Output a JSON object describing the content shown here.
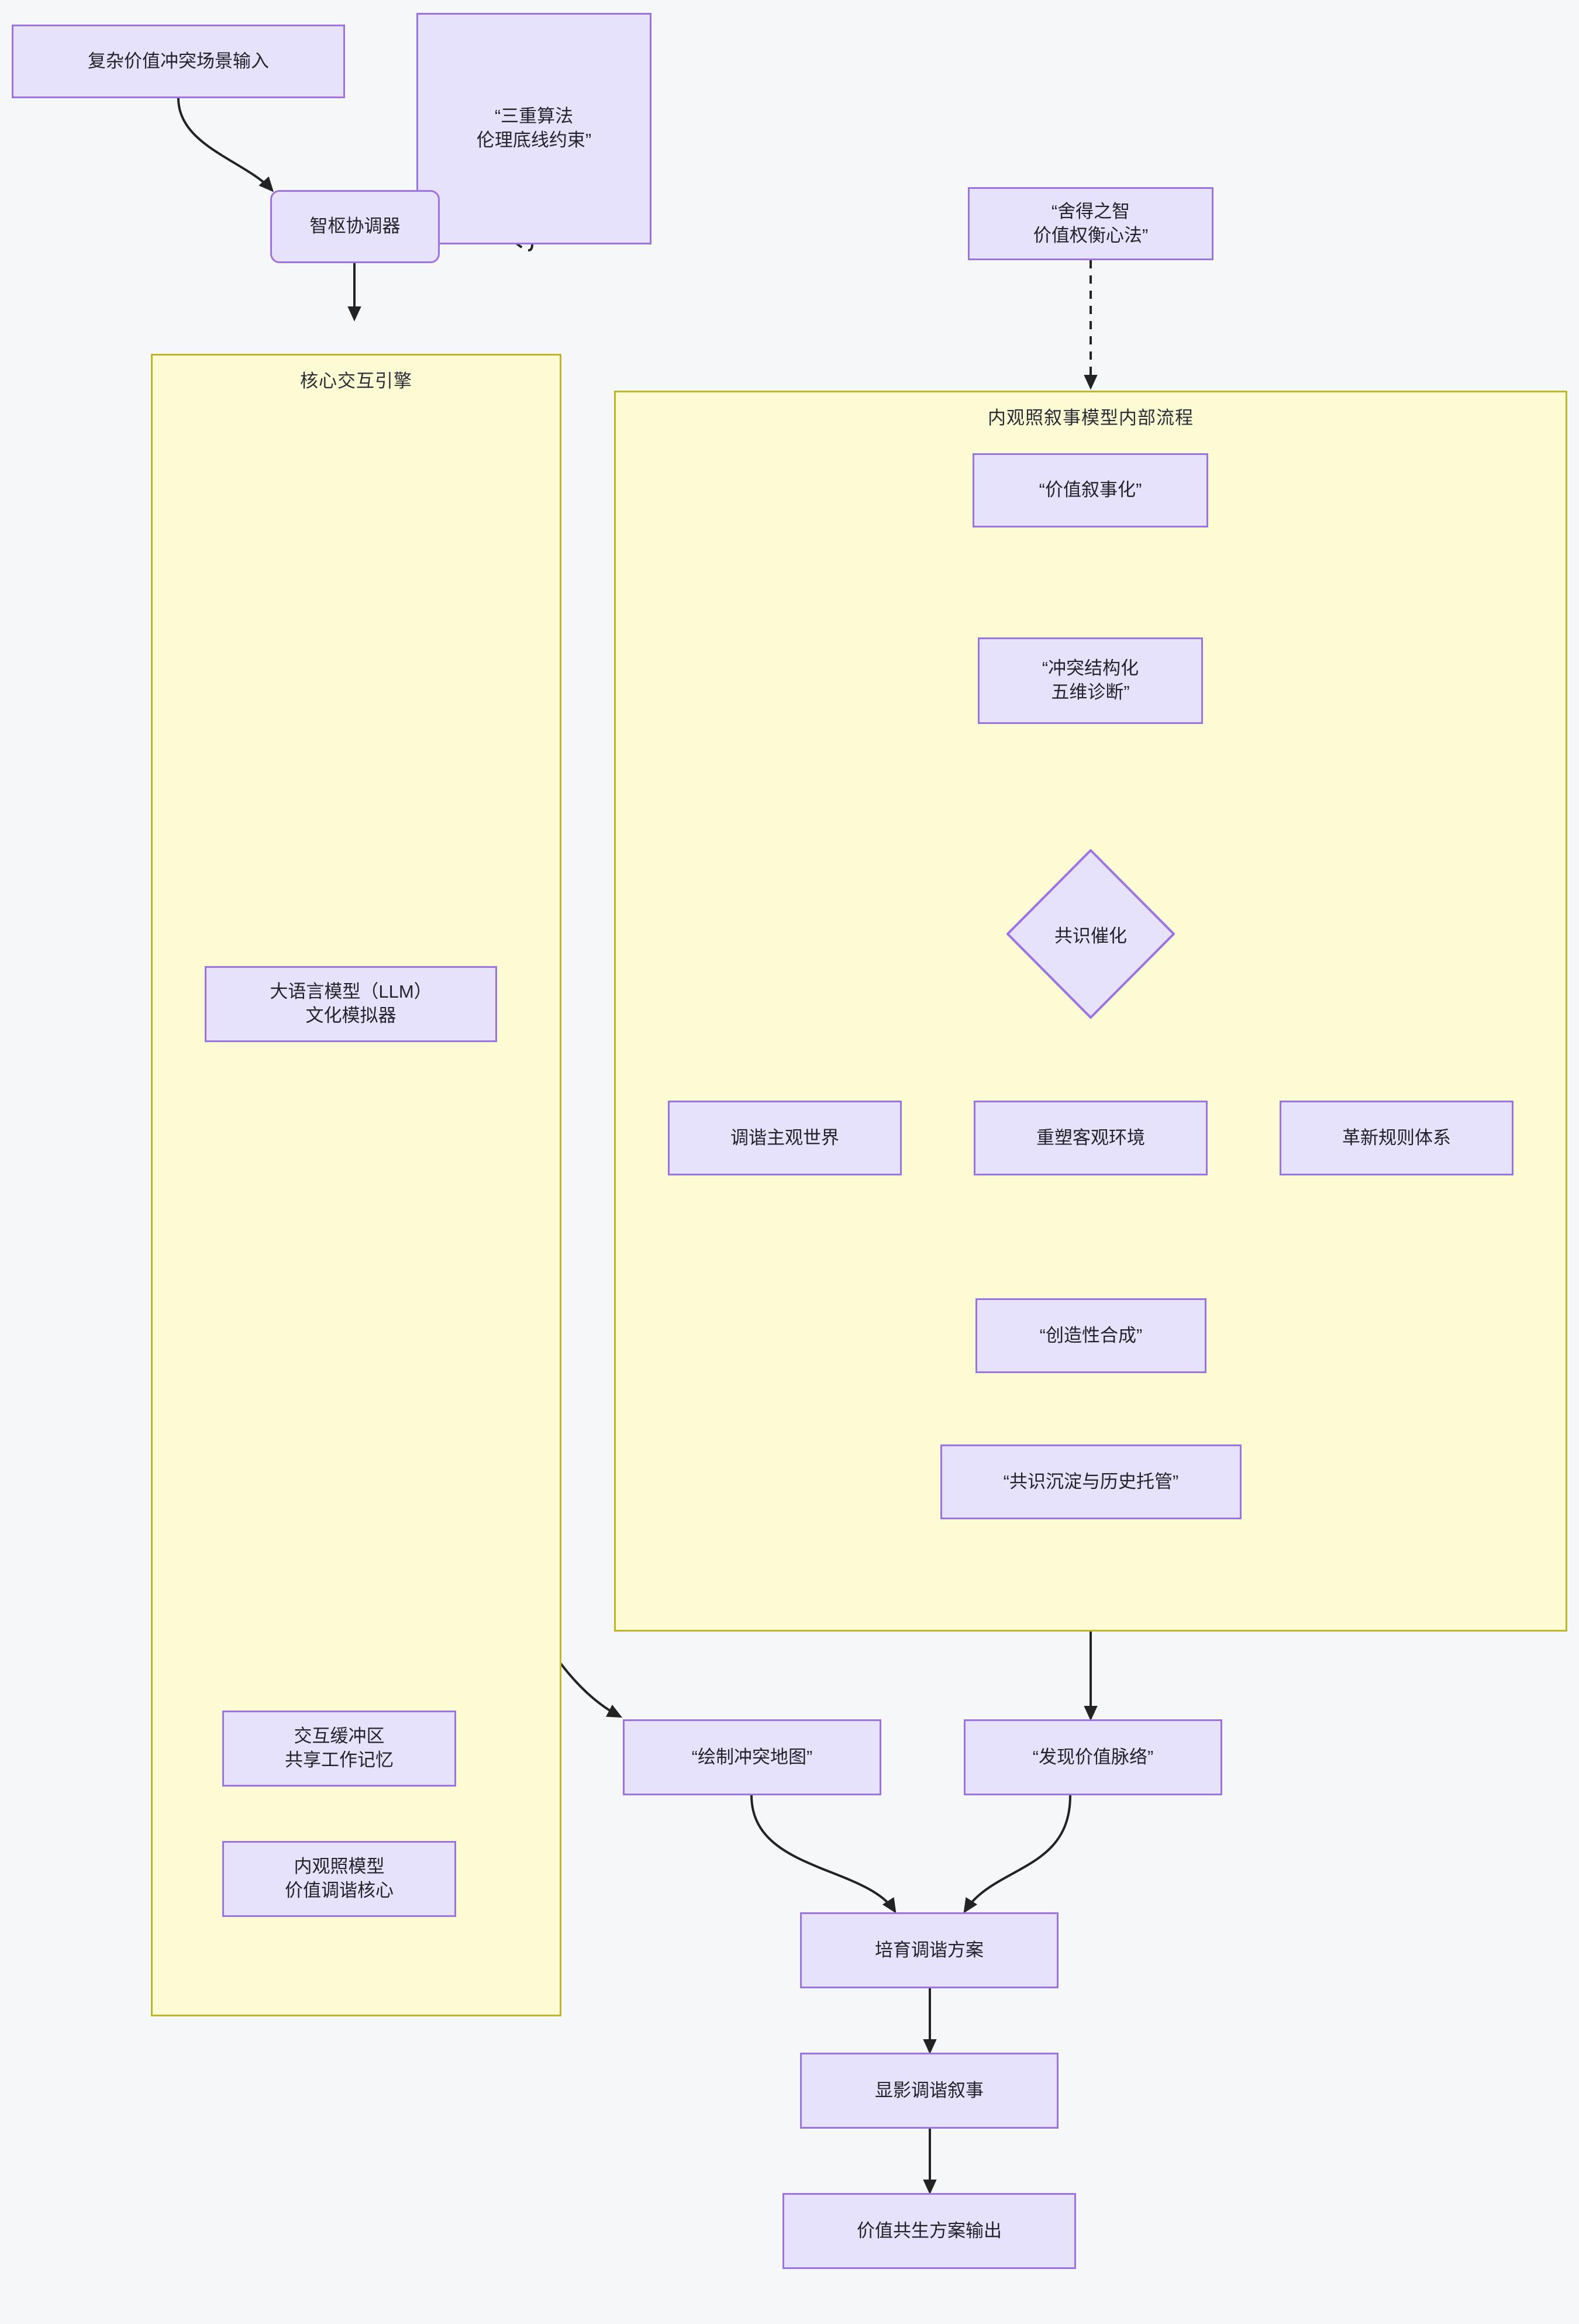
{
  "diagram": {
    "type": "flowchart",
    "direction": "top-down",
    "background_color": "#f6f7f9",
    "node_fill": "#e7e2fb",
    "node_stroke": "#9b74e0",
    "subgraph_fill": "#fdfbd4",
    "subgraph_stroke": "#bfb62e",
    "edge_color": "#232323"
  },
  "subgraphs": [
    {
      "id": "core_engine",
      "title": "核心交互引擎"
    },
    {
      "id": "narrative_model",
      "title": "内观照叙事模型内部流程"
    }
  ],
  "nodes": [
    {
      "id": "input_scene",
      "label": "复杂价值冲突场景输入",
      "shape": "rect"
    },
    {
      "id": "ethics_constraint",
      "label": "“三重算法\n伦理底线约束”",
      "shape": "rect"
    },
    {
      "id": "hub",
      "label": "智枢协调器",
      "shape": "rounded"
    },
    {
      "id": "wisdom_maxim",
      "label": "“舍得之智\n价值权衡心法”",
      "shape": "rect"
    },
    {
      "id": "llm",
      "label": "大语言模型（LLM）\n文化模拟器",
      "shape": "rect"
    },
    {
      "id": "buffer",
      "label": "交互缓冲区\n共享工作记忆",
      "shape": "rect"
    },
    {
      "id": "inner_model",
      "label": "内观照模型\n价值调谐核心",
      "shape": "rect"
    },
    {
      "id": "value_narrative",
      "label": "“价值叙事化”",
      "shape": "rect"
    },
    {
      "id": "conflict_struct",
      "label": "“冲突结构化\n五维诊断”",
      "shape": "rect"
    },
    {
      "id": "consensus_catalysis",
      "label": "共识催化",
      "shape": "diamond"
    },
    {
      "id": "tune_subjective",
      "label": "调谐主观世界",
      "shape": "rect"
    },
    {
      "id": "reshape_objective",
      "label": "重塑客观环境",
      "shape": "rect"
    },
    {
      "id": "renew_rules",
      "label": "革新规则体系",
      "shape": "rect"
    },
    {
      "id": "creative_synth",
      "label": "“创造性合成”",
      "shape": "rect"
    },
    {
      "id": "consensus_deposit",
      "label": "“共识沉淀与历史托管”",
      "shape": "rect"
    },
    {
      "id": "conflict_map",
      "label": "“绘制冲突地图”",
      "shape": "rect"
    },
    {
      "id": "value_vein",
      "label": "“发现价值脉络”",
      "shape": "rect"
    },
    {
      "id": "cultivate_plan",
      "label": "培育调谐方案",
      "shape": "rect"
    },
    {
      "id": "reveal_narrative",
      "label": "显影调谐叙事",
      "shape": "rect"
    },
    {
      "id": "output_solution",
      "label": "价值共生方案输出",
      "shape": "rect"
    }
  ],
  "edges": [
    {
      "from": "input_scene",
      "to": "hub",
      "style": "solid"
    },
    {
      "from": "ethics_constraint",
      "to": "hub",
      "style": "dashed"
    },
    {
      "from": "hub",
      "to": "core_engine",
      "style": "solid"
    },
    {
      "from": "wisdom_maxim",
      "to": "narrative_model",
      "style": "dashed"
    },
    {
      "from": "llm",
      "to": "buffer",
      "style": "solid"
    },
    {
      "from": "buffer",
      "to": "llm",
      "style": "solid"
    },
    {
      "from": "buffer",
      "to": "inner_model",
      "style": "solid"
    },
    {
      "from": "inner_model",
      "to": "buffer",
      "style": "solid"
    },
    {
      "from": "llm",
      "to": "conflict_map",
      "style": "solid"
    },
    {
      "from": "value_narrative",
      "to": "conflict_struct",
      "style": "solid"
    },
    {
      "from": "conflict_struct",
      "to": "consensus_catalysis",
      "style": "solid"
    },
    {
      "from": "consensus_catalysis",
      "to": "tune_subjective",
      "style": "solid"
    },
    {
      "from": "consensus_catalysis",
      "to": "reshape_objective",
      "style": "solid"
    },
    {
      "from": "consensus_catalysis",
      "to": "renew_rules",
      "style": "solid"
    },
    {
      "from": "tune_subjective",
      "to": "creative_synth",
      "style": "solid"
    },
    {
      "from": "reshape_objective",
      "to": "creative_synth",
      "style": "solid"
    },
    {
      "from": "renew_rules",
      "to": "creative_synth",
      "style": "solid"
    },
    {
      "from": "creative_synth",
      "to": "consensus_deposit",
      "style": "solid"
    },
    {
      "from": "consensus_deposit",
      "to": "value_vein",
      "style": "solid"
    },
    {
      "from": "conflict_map",
      "to": "cultivate_plan",
      "style": "solid"
    },
    {
      "from": "value_vein",
      "to": "cultivate_plan",
      "style": "solid"
    },
    {
      "from": "cultivate_plan",
      "to": "reveal_narrative",
      "style": "solid"
    },
    {
      "from": "reveal_narrative",
      "to": "output_solution",
      "style": "solid"
    }
  ]
}
